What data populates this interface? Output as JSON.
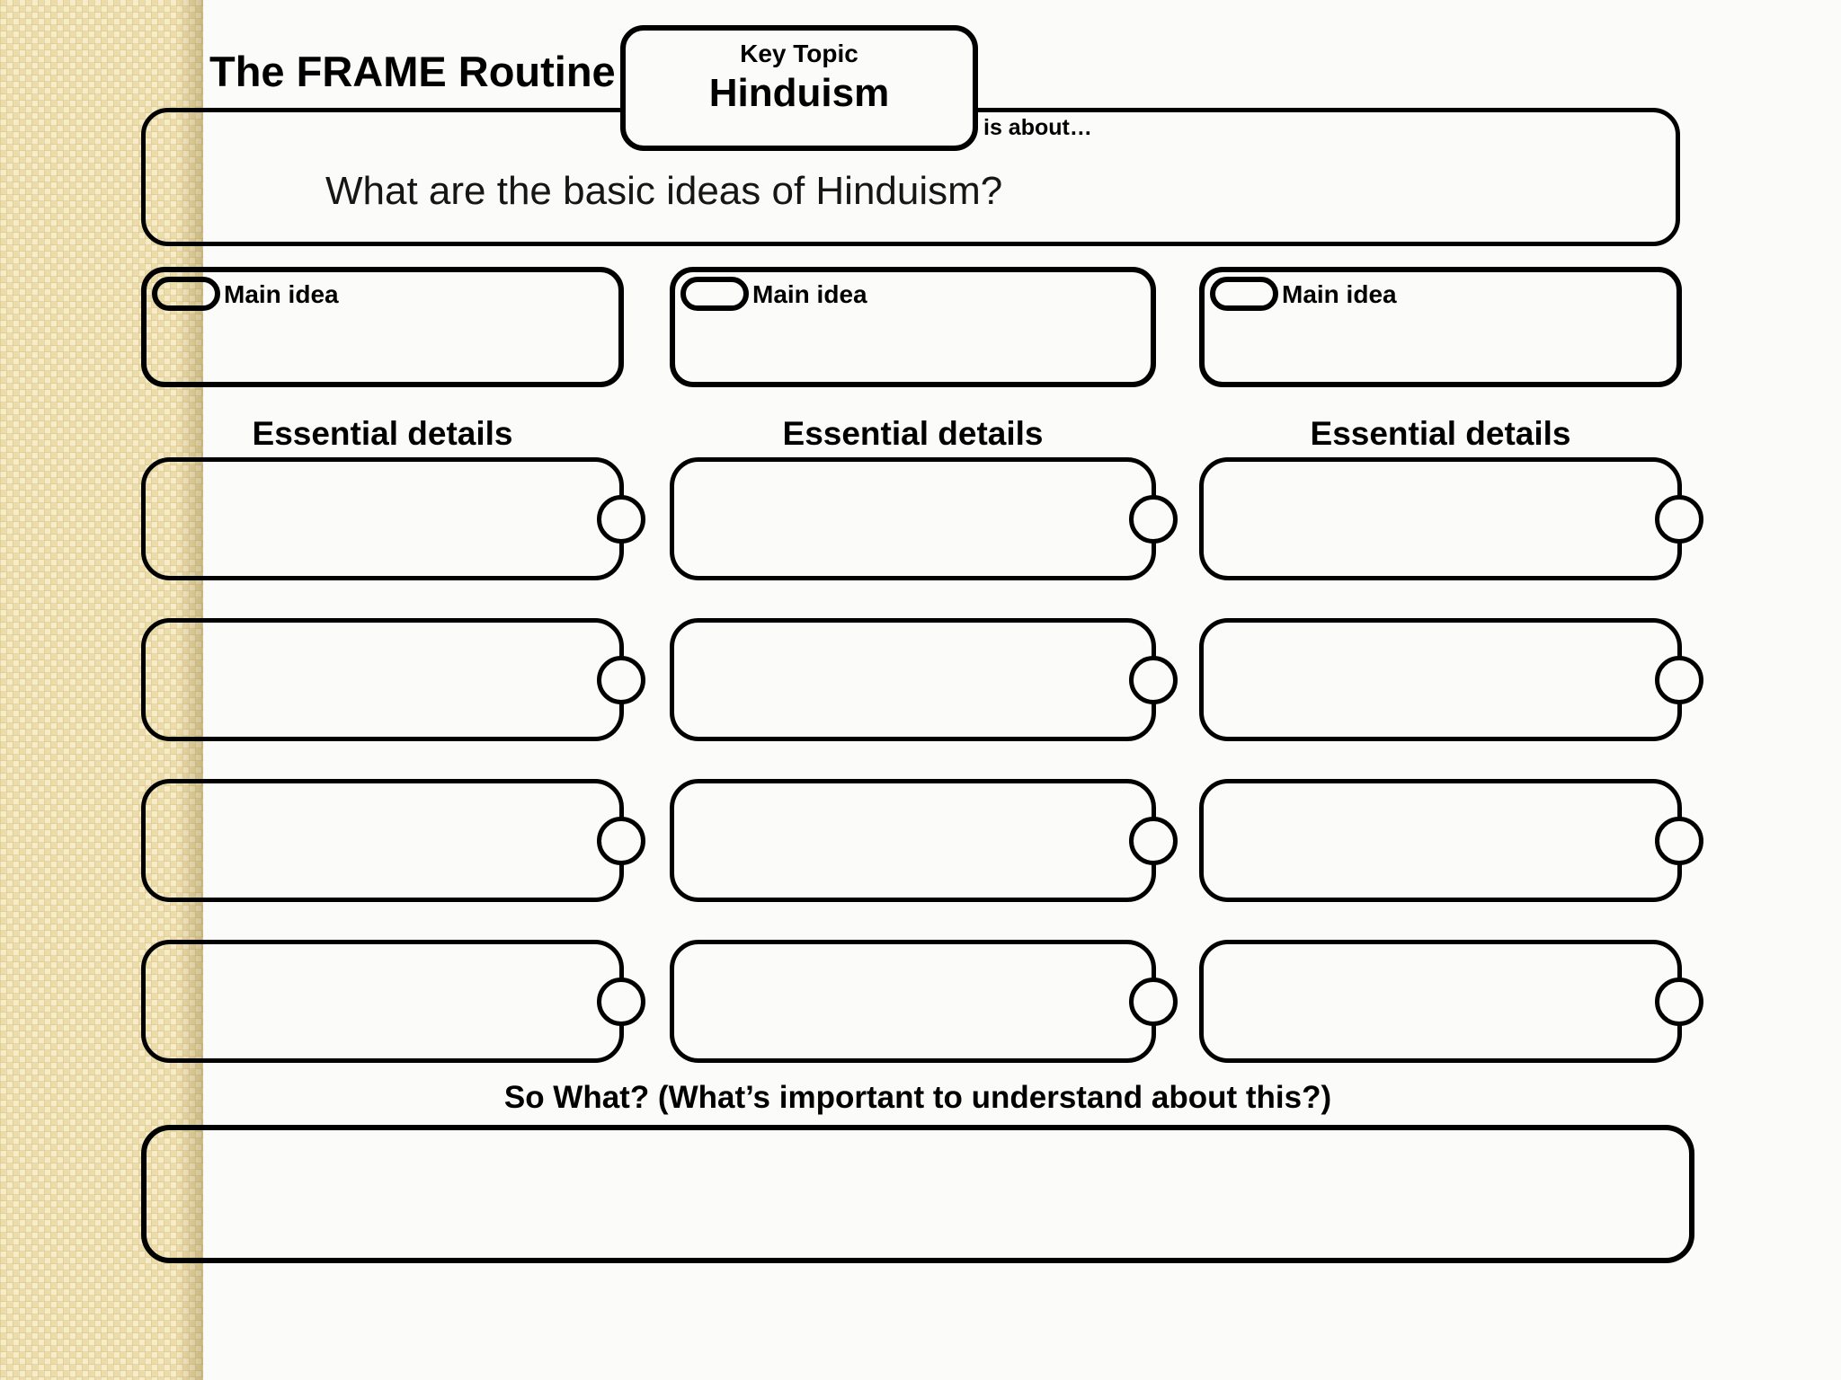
{
  "colors": {
    "ink": "#000000",
    "background": "#fbfbf9",
    "stripe_base": "#ecdcaa",
    "stripe_shadow": "#7a601e"
  },
  "title": "The FRAME Routine",
  "key_topic": {
    "label": "Key Topic",
    "value": "Hinduism"
  },
  "is_about_label": "is about…",
  "question": "What are the basic ideas of Hinduism?",
  "columns": [
    {
      "main_idea_label": "Main idea",
      "main_idea_value": "",
      "details_header": "Essential details",
      "details": [
        "",
        "",
        "",
        ""
      ]
    },
    {
      "main_idea_label": "Main idea",
      "main_idea_value": "",
      "details_header": "Essential details",
      "details": [
        "",
        "",
        "",
        ""
      ]
    },
    {
      "main_idea_label": "Main idea",
      "main_idea_value": "",
      "details_header": "Essential details",
      "details": [
        "",
        "",
        "",
        ""
      ]
    }
  ],
  "so_what": {
    "header": "So What? (What’s important to understand about this?)",
    "value": ""
  }
}
